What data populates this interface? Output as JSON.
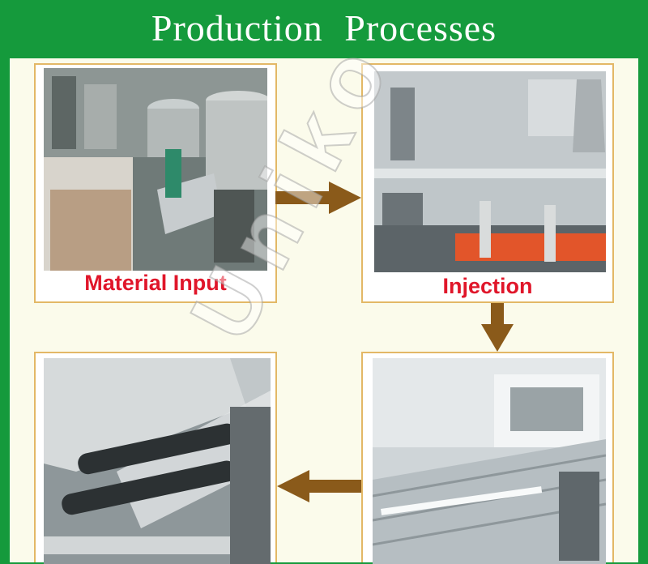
{
  "banner": {
    "title": "Production  Processes"
  },
  "steps": [
    {
      "caption": "Material Input"
    },
    {
      "caption": "Injection"
    },
    {
      "caption": ""
    },
    {
      "caption": ""
    }
  ],
  "watermark": {
    "text": "Uniko"
  },
  "colors": {
    "banner": "#159a3c",
    "panel": "#fbfbeb",
    "frame": "#e3b866",
    "caption": "#e0162a",
    "arrow": "#8a5a1a"
  }
}
